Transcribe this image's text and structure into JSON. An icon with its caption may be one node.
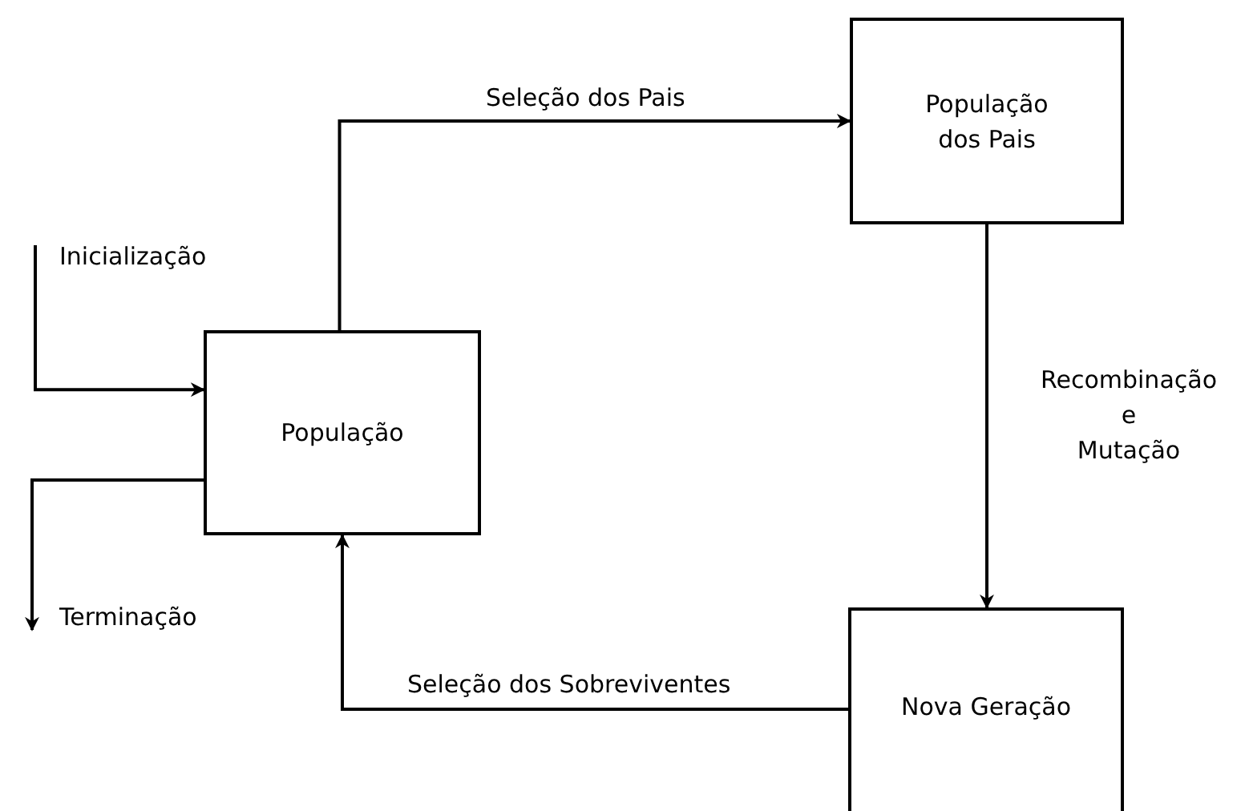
{
  "diagram": {
    "nodes": [
      {
        "text": [
          "População"
        ]
      },
      {
        "text": [
          "População dos Pais"
        ]
      },
      {
        "text": [
          "Nova Geração"
        ]
      }
    ],
    "edges": [
      {
        "from": null,
        "to": 0,
        "arrow": "to",
        "label": "Inicialização"
      },
      {
        "from": 0,
        "to": 1,
        "arrow": "to",
        "label": "Seleção dos Pais"
      },
      {
        "from": 1,
        "to": 2,
        "arrow": "to",
        "label": "Recombinação e Mutação"
      },
      {
        "from": 2,
        "to": 0,
        "arrow": "to",
        "label": "Seleção dos Sobreviventes"
      },
      {
        "from": 0,
        "to": null,
        "arrow": "to",
        "label": "Terminação"
      }
    ]
  }
}
